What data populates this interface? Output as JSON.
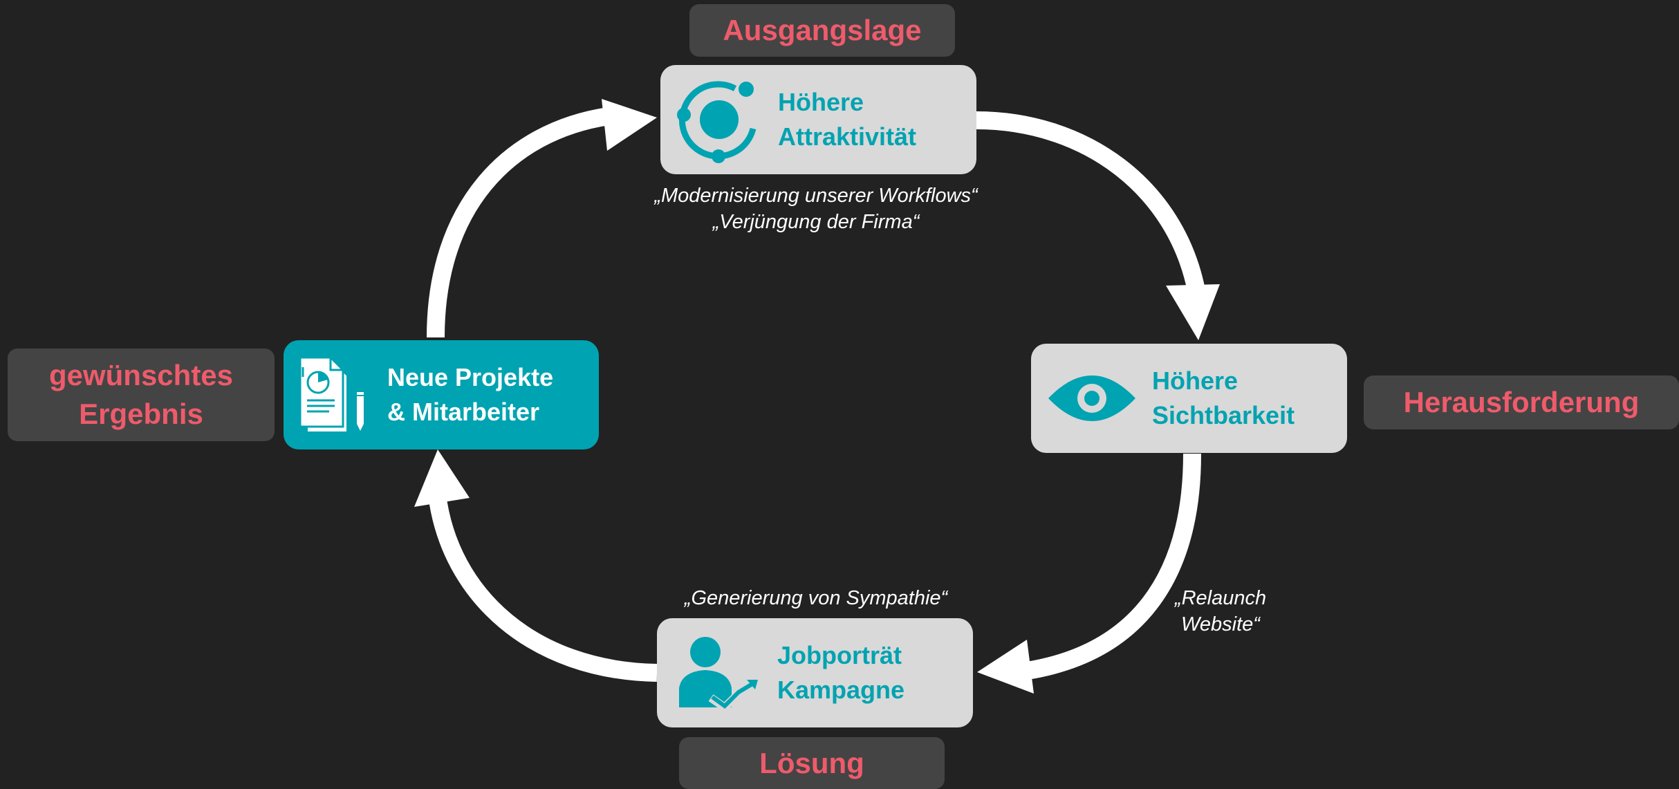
{
  "colors": {
    "background": "#222222",
    "tag_background": "#444444",
    "tag_text": "#ef5b6b",
    "node_background": "#d9d9d9",
    "accent_teal": "#00a3b1",
    "arrow": "#ffffff"
  },
  "tags": {
    "top": {
      "text": "Ausgangslage"
    },
    "right": {
      "text": "Herausforderung"
    },
    "bottom": {
      "text": "Lösung"
    },
    "left": {
      "line1": "gewünschtes",
      "line2": "Ergebnis"
    }
  },
  "nodes": {
    "top": {
      "icon": "orbit-icon",
      "line1": "Höhere",
      "line2": "Attraktivität"
    },
    "right": {
      "icon": "eye-icon",
      "line1": "Höhere",
      "line2": "Sichtbarkeit"
    },
    "bottom": {
      "icon": "person-growth-icon",
      "line1": "Jobporträt",
      "line2": "Kampagne"
    },
    "left": {
      "icon": "documents-pencil-icon",
      "line1": "Neue Projekte",
      "line2": "& Mitarbeiter"
    }
  },
  "quotes": {
    "top": {
      "line1": "„Modernisierung unserer Workflows“",
      "line2": "„Verjüngung der Firma“"
    },
    "right": {
      "line1": "„Relaunch",
      "line2": "Website“"
    },
    "bottom": {
      "line1": "„Generierung von Sympathie“"
    }
  }
}
